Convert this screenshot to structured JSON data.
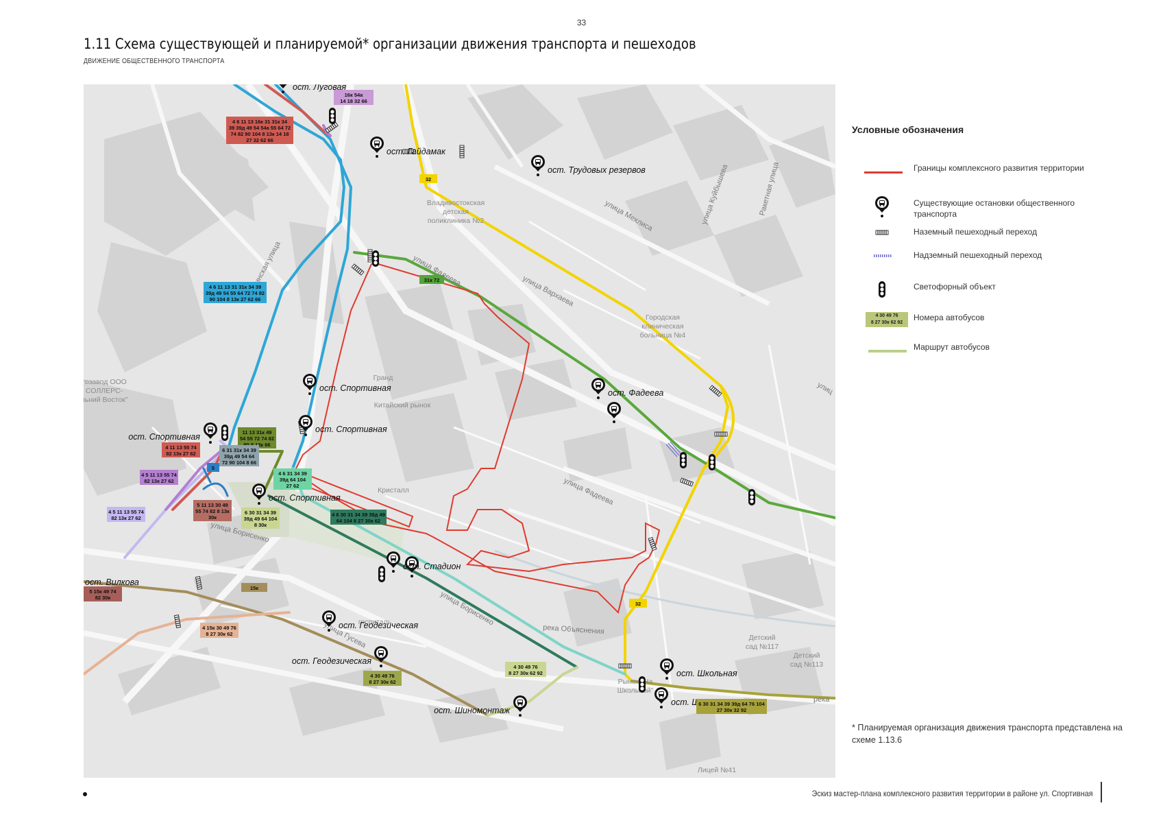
{
  "page_number": "33",
  "title": "1.11 Схема существующей и планируемой* организации движения транспорта и пешеходов",
  "subtitle": "ДВИЖЕНИЕ ОБЩЕСТВЕННОГО ТРАНСПОРТА",
  "legend": {
    "title": "Условные обозначения",
    "items": [
      {
        "kind": "boundary",
        "label": "Границы комплексного развития территории",
        "color": "#e03a2f"
      },
      {
        "kind": "stop",
        "label": "Существующие остановки общественного транспорта"
      },
      {
        "kind": "ground-crossing",
        "label": "Наземный пешеходный переход"
      },
      {
        "kind": "overpass",
        "label": "Надземный пешеходный переход",
        "color": "#6a6ad0"
      },
      {
        "kind": "traffic-light",
        "label": "Светофорный объект"
      },
      {
        "kind": "bus-numbers",
        "label": "Номера автобусов",
        "sample": [
          "4 30 49 76",
          "8 27 30к 62 92"
        ],
        "color": "#b9c77a"
      },
      {
        "kind": "bus-route",
        "label": "Маршрут автобусов",
        "color": "#b9d08a"
      }
    ]
  },
  "footnote": "* Планируемая организация движения транспорта представлена на схеме 1.13.6",
  "footer": "Эскиз мастер-плана комплексного развития территории  в районе ул. Спортивная",
  "map": {
    "stops": [
      {
        "name": "ост. Луговая"
      },
      {
        "name": "ост. Гайдамак"
      },
      {
        "name": "ост. Трудовых резервов"
      },
      {
        "name": "ост. Спортивная"
      },
      {
        "name": "ост. Спортивная"
      },
      {
        "name": "ост. Спортивная"
      },
      {
        "name": "ост. Спортивная"
      },
      {
        "name": "ост. Фадеева"
      },
      {
        "name": "ост. Вилкова"
      },
      {
        "name": "ост. Стадион"
      },
      {
        "name": "ост. Геодезическая"
      },
      {
        "name": "ост. Геодезическая"
      },
      {
        "name": "ост. Шиномонтаж"
      },
      {
        "name": "ост. Школьная"
      },
      {
        "name": "ост. Школьная"
      }
    ],
    "streets": [
      {
        "name": "улица Мехлиса"
      },
      {
        "name": "улица Куйбышева"
      },
      {
        "name": "Ракетная улица"
      },
      {
        "name": "улица Фадеева"
      },
      {
        "name": "улица Вархаева"
      },
      {
        "name": "улица Фадеева"
      },
      {
        "name": "улица Борисенко"
      },
      {
        "name": "улица Борисенко"
      },
      {
        "name": "Сахалинская улица"
      },
      {
        "name": "улица Гусева"
      },
      {
        "name": "река Объяснения"
      },
      {
        "name": "река"
      },
      {
        "name": "улиц"
      }
    ],
    "places": [
      {
        "name": "Владивостокская"
      },
      {
        "name": "детская"
      },
      {
        "name": "поликлиника №2"
      },
      {
        "name": "Городская"
      },
      {
        "name": "клиническая"
      },
      {
        "name": "больница №4"
      },
      {
        "name": "Гранд"
      },
      {
        "name": "Китайский рынок"
      },
      {
        "name": "Кристалл"
      },
      {
        "name": "госпиталь"
      },
      {
        "name": "Детский"
      },
      {
        "name": "сад №117"
      },
      {
        "name": "Детский"
      },
      {
        "name": "сад №113"
      },
      {
        "name": "Рынок \"На"
      },
      {
        "name": "Школьной\""
      },
      {
        "name": "Лицей №41"
      },
      {
        "name": "тозавод ООО"
      },
      {
        "name": "СОЛЛЕРС-"
      },
      {
        "name": "льний Восток\""
      }
    ],
    "route_boxes": [
      {
        "lines": [
          "16к 54а",
          "14 18 32 66"
        ],
        "color": "#c99ad6"
      },
      {
        "lines": [
          "4 6 11 13 16к 31 31к 34",
          "39 39д 49 54 54а 55 64 72",
          "74 82 90 104 8 13к 14 18",
          "27 32 62 66"
        ],
        "color": "#cf5a52"
      },
      {
        "lines": [
          "32"
        ],
        "color": "#f2d400"
      },
      {
        "lines": [
          "31к 72"
        ],
        "color": "#55a33a"
      },
      {
        "lines": [
          "4 6 11 13 31 31к 34 39",
          "39д 49 54 55 64 72 74 82",
          "90 104 8 13к 27 62 66"
        ],
        "color": "#2ea6d6"
      },
      {
        "lines": [
          "11 13 31к 49",
          "54 55 72 74 82",
          "90 8 13к 66"
        ],
        "color": "#6e8a2c"
      },
      {
        "lines": [
          "4 11 13 55 74",
          "82 13к 27 62"
        ],
        "color": "#cf5a52"
      },
      {
        "lines": [
          "6 31 31к 34 39",
          "39д 49 54 64",
          "72 90 104 8 66"
        ],
        "color": "#8fa3ac"
      },
      {
        "lines": [
          "5"
        ],
        "color": "#2a7fc4"
      },
      {
        "lines": [
          "4 5 11 13 55 74",
          "82 13к 27 62"
        ],
        "color": "#b37fd0"
      },
      {
        "lines": [
          "4 6 31 34 39",
          "39д 64 104",
          "27 62"
        ],
        "color": "#6fd4a4"
      },
      {
        "lines": [
          "5 11 13 30 49",
          "55 74 82 8 13к",
          "30к"
        ],
        "color": "#b56d63"
      },
      {
        "lines": [
          "6 30 31 34 39",
          "39д 49 64 104",
          "8 30к"
        ],
        "color": "#c9d692"
      },
      {
        "lines": [
          "4 6 30 31 34 39 39д 49",
          "64 104 8 27 30к 62"
        ],
        "color": "#2f7a5e"
      },
      {
        "lines": [
          "4 5 11 13 55 74",
          "82 13к 27 62"
        ],
        "color": "#c4b8f0"
      },
      {
        "lines": [
          "5 15к 49 74",
          "82 30к"
        ],
        "color": "#a65e5a"
      },
      {
        "lines": [
          "15к"
        ],
        "color": "#a38d5a"
      },
      {
        "lines": [
          "4 15к 30 49 76",
          "8 27 30к 62"
        ],
        "color": "#e6b294"
      },
      {
        "lines": [
          "32"
        ],
        "color": "#f2d400"
      },
      {
        "lines": [
          "4 30 49 76",
          "8 27 30к 62"
        ],
        "color": "#9ea64a"
      },
      {
        "lines": [
          "4 30 49 76",
          "8 27 30к 62 92"
        ],
        "color": "#c9d692"
      },
      {
        "lines": [
          "6 30 31 34 39 39д 64 76 104",
          "27 30к 32 92"
        ],
        "color": "#a8a23a"
      }
    ]
  }
}
